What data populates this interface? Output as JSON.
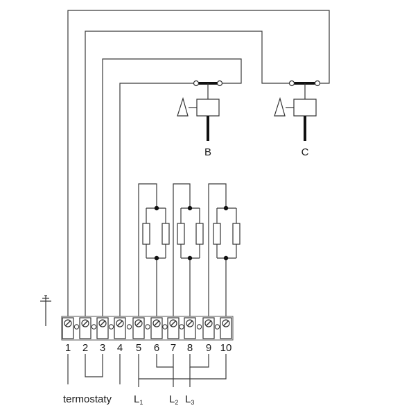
{
  "diagram": {
    "terminals": [
      "1",
      "2",
      "3",
      "4",
      "5",
      "6",
      "7",
      "8",
      "9",
      "10"
    ],
    "sensors": {
      "b": "B",
      "c": "C"
    },
    "bottom_labels": {
      "termostaty": "termostaty",
      "l1_base": "L",
      "l1_sub": "1",
      "l2_base": "L",
      "l2_sub": "2",
      "l3_base": "L",
      "l3_sub": "3"
    }
  }
}
